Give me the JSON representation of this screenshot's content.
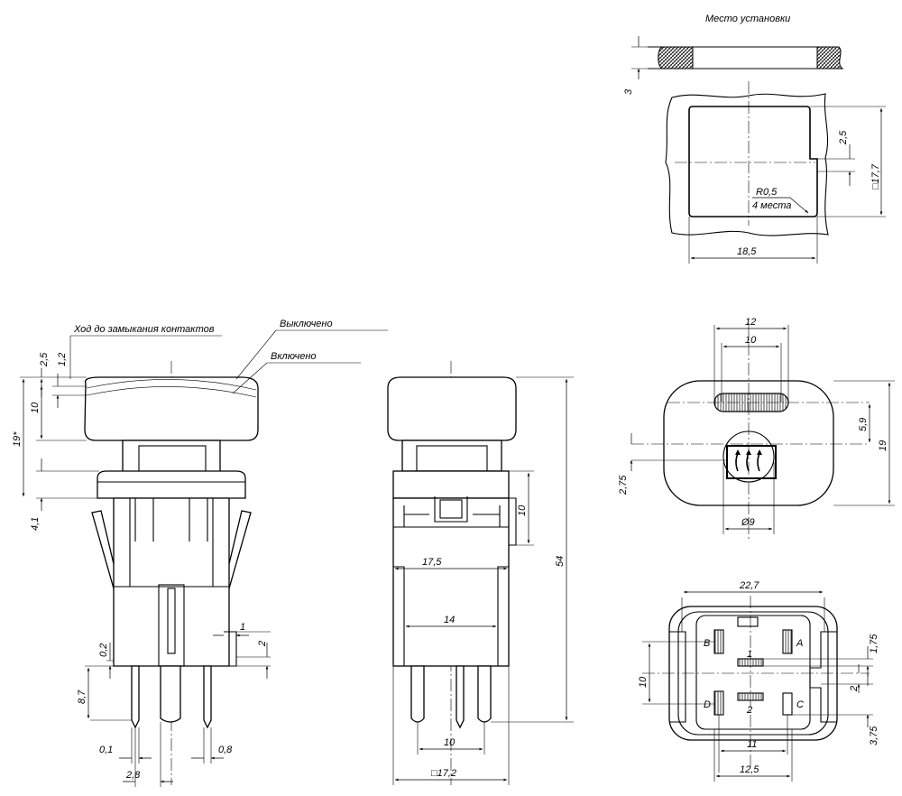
{
  "mount": {
    "title": "Место установки",
    "thickness": "3",
    "slot_depth": "2,5",
    "square": "□17,7",
    "radius": "R0,5",
    "radius_note": "4 места",
    "width": "18,5"
  },
  "side_view": {
    "travel_label": "Ход до замыкания контактов",
    "off_label": "Выключено",
    "on_label": "Включено",
    "dim_2_5": "2,5",
    "dim_1_2": "1,2",
    "dim_10": "10",
    "dim_19": "19*",
    "dim_4_1": "4,1",
    "dim_0_2": "0,2",
    "dim_8_7": "8,7",
    "dim_1": "1",
    "dim_2": "2",
    "dim_0_1": "0,1",
    "dim_0_8": "0,8",
    "dim_2_8": "2,8"
  },
  "front_view": {
    "dim_10_top": "10",
    "dim_17_5": "17,5",
    "dim_14": "14",
    "dim_54": "54",
    "dim_10_bottom": "10",
    "dim_17_2": "□17,2"
  },
  "top_view": {
    "dim_12": "12",
    "dim_10": "10",
    "dim_5_9": "5,9",
    "dim_19": "19",
    "dim_2_75": "2,75",
    "dim_diam9": "Ø9"
  },
  "bottom_view": {
    "dim_22_7": "22,7",
    "dim_1_75": "1,75",
    "dim_10": "10",
    "dim_2": "2",
    "dim_3_75": "3,75",
    "dim_11": "11",
    "dim_12_5": "12,5",
    "terminals": [
      "B",
      "A",
      "1",
      "D",
      "2",
      "C"
    ]
  }
}
